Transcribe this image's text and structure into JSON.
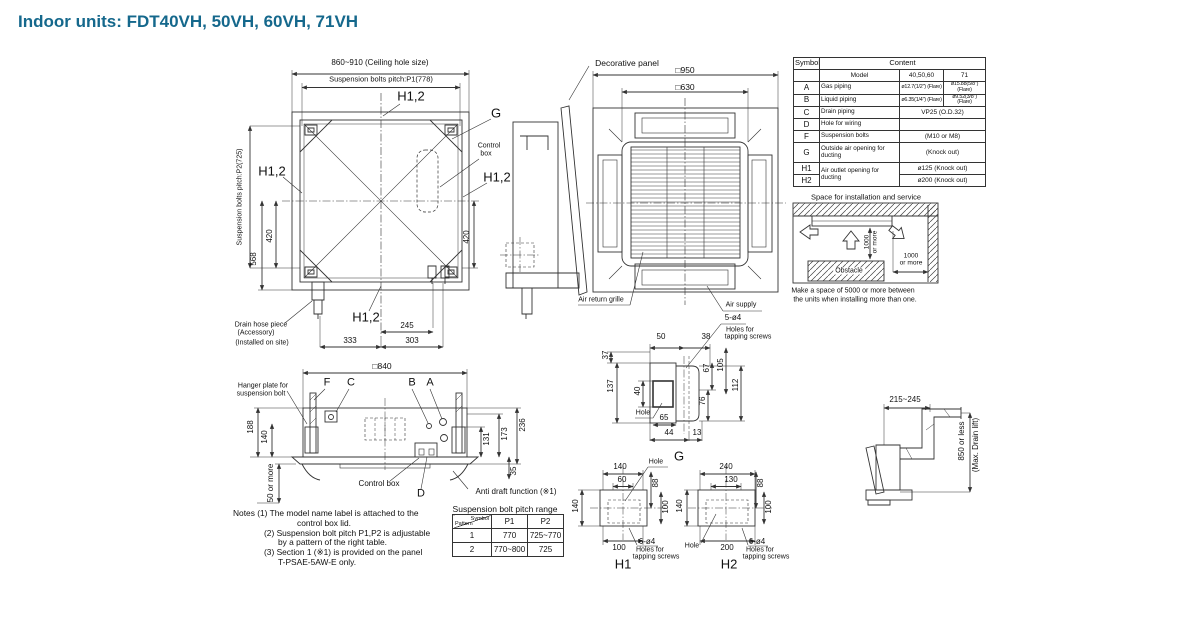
{
  "title": "Indoor units: FDT40VH, 50VH, 60VH, 71VH",
  "colors": {
    "accent": "#15688C",
    "line": "#333333"
  },
  "plan": {
    "dim_ceiling": "860~910 (Ceiling hole size)",
    "dim_p1": "Suspension bolts pitch:P1(778)",
    "dim_p2": "Suspension bolts pitch:P2(725)",
    "h12": "H1,2",
    "g": "G",
    "control_1": "Control",
    "control_2": "box",
    "d420": "420",
    "d568": "568",
    "d245": "245",
    "d333": "333",
    "d303": "303",
    "drain_1": "Drain hose piece",
    "drain_2": "(Accessory)",
    "drain_3": "(Installed on site)"
  },
  "panel": {
    "decorative": "Decorative panel",
    "d950": "□950",
    "d630": "□630",
    "air_return": "Air return grille",
    "air_supply": "Air supply",
    "holes": "5-ø4",
    "holes_for": "Holes for",
    "tapping": "tapping screws"
  },
  "spec_table": {
    "col_symbol": "Symbol",
    "col_content": "Content",
    "model": "Model",
    "model_a": "40,50,60",
    "model_b": "71",
    "rows": [
      {
        "sym": "A",
        "label": "Gas piping",
        "v1": "ø12.7(1/2\") (Flare)",
        "v2": "ø15.88(5/8\") (Flare)"
      },
      {
        "sym": "B",
        "label": "Liquid piping",
        "v1": "ø6.35(1/4\") (Flare)",
        "v2": "ø9.52(3/8\") (Flare)"
      },
      {
        "sym": "C",
        "label": "Drain piping",
        "v": "VP25 (O.D.32)"
      },
      {
        "sym": "D",
        "label": "Hole for wiring",
        "v": ""
      },
      {
        "sym": "F",
        "label": "Suspension bolts",
        "v": "(M10 or M8)"
      },
      {
        "sym": "G",
        "label": "Outside air opening for ducting",
        "v": "(Knock out)"
      },
      {
        "sym": "H1",
        "label": "Air outlet opening for ducting",
        "v": "ø125 (Knock out)"
      },
      {
        "sym": "H2",
        "v": "ø200 (Knock out)"
      }
    ]
  },
  "space": {
    "title": "Space for installation and service",
    "v1000": "1000",
    "v_or_more": "or more",
    "h1000": "1000",
    "h_or_more": "or more",
    "obstacle": "Obstacle",
    "caption_1": "Make a space of 5000 or more between",
    "caption_2": "the units when installing more than one."
  },
  "side": {
    "d840": "□840",
    "hanger_1": "Hanger plate for",
    "hanger_2": "suspension bolt",
    "f": "F",
    "c": "C",
    "b": "B",
    "a": "A",
    "d": "D",
    "d188": "188",
    "d140": "140",
    "d50": "50 or more",
    "d131": "131",
    "d173": "173",
    "d236": "236",
    "d35": "35",
    "control_box": "Control box",
    "anti_draft": "Anti draft function (※1)"
  },
  "g_detail": {
    "d50": "50",
    "d38": "38",
    "d37": "37",
    "d137": "137",
    "d40": "40",
    "d67": "67",
    "d105": "105",
    "d112": "112",
    "d76": "76",
    "hole": "Hole",
    "d65": "65",
    "d44": "44",
    "d13": "13",
    "name": "G"
  },
  "h1_detail": {
    "d140": "140",
    "d60": "60",
    "d88": "88",
    "d140l": "140",
    "d100r": "100",
    "hole": "Hole",
    "d100": "100",
    "holes": "6-ø4",
    "holes_for": "Holes for",
    "tapping": "tapping screws",
    "name": "H1"
  },
  "h2_detail": {
    "d240": "240",
    "d130": "130",
    "d88": "88",
    "d140l": "140",
    "d100r": "100",
    "hole": "Hole",
    "d200": "200",
    "holes": "6-ø4",
    "holes_for": "Holes for",
    "tapping": "tapping screws",
    "name": "H2"
  },
  "drain": {
    "d215": "215~245",
    "d850": "850 or less",
    "max_lift": "(Max. Drain lift)"
  },
  "notes": {
    "lines": [
      "Notes (1) The model name label is attached to the",
      "control box lid.",
      "(2) Suspension bolt pitch P1,P2 is adjustable",
      "by a pattern of the right table.",
      "(3) Section 1 (※1) is provided on the panel",
      "T-PSAE-5AW-E only."
    ]
  },
  "pitch_table": {
    "title": "Suspension bolt pitch range",
    "diag_top": "Symbol",
    "diag_bottom": "Pattern",
    "p1": "P1",
    "p2": "P2",
    "r1": [
      "1",
      "770",
      "725~770"
    ],
    "r2": [
      "2",
      "770~800",
      "725"
    ]
  }
}
